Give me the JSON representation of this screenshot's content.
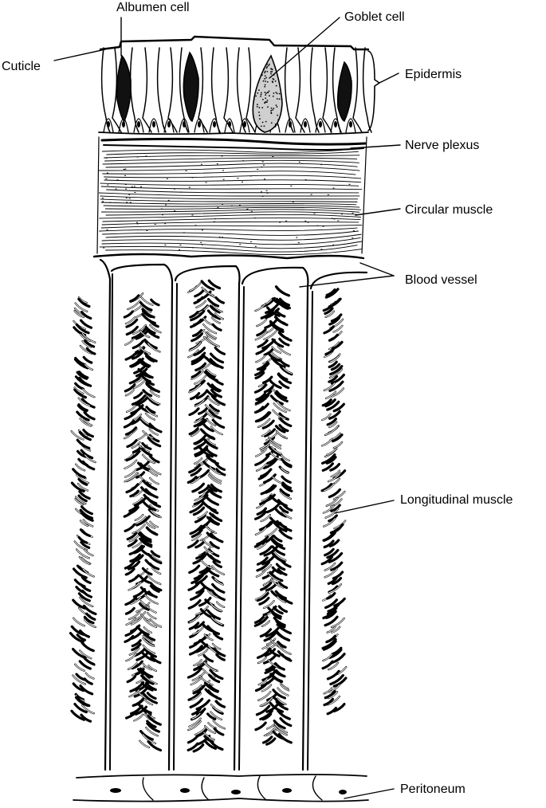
{
  "diagram": {
    "labels": {
      "albumen_cell": "Albumen cell",
      "goblet_cell": "Goblet cell",
      "cuticle": "Cuticle",
      "epidermis": "Epidermis",
      "nerve_plexus": "Nerve plexus",
      "circular_muscle": "Circular muscle",
      "blood_vessel": "Blood vessel",
      "longitudinal_muscle": "Longitudinal muscle",
      "peritoneum": "Peritoneum"
    }
  }
}
